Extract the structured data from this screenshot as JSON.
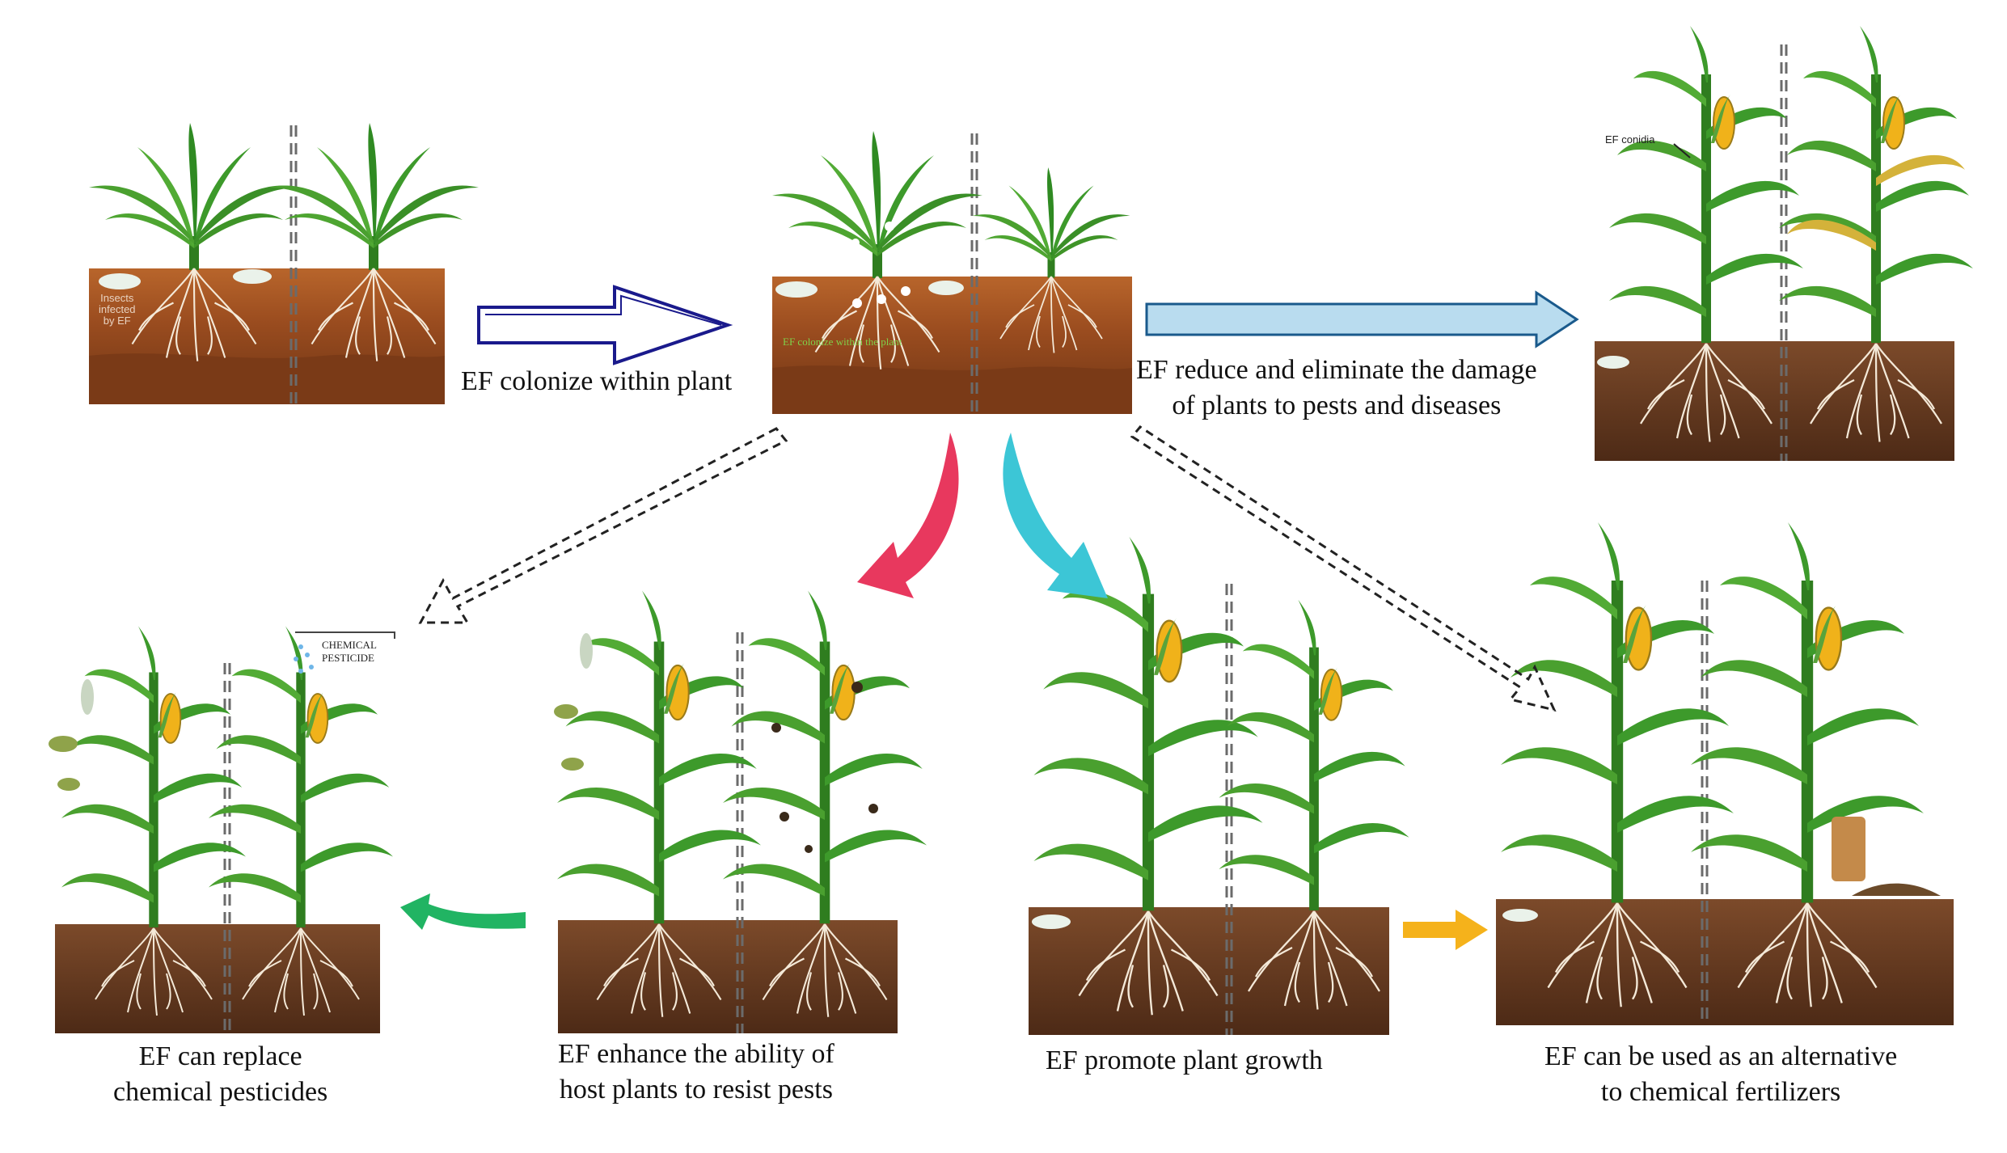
{
  "labels": {
    "colonize": "EF colonize within plant",
    "reduce": "EF reduce and eliminate the damage\nof plants to pests and diseases",
    "replace": "EF can replace\nchemical pesticides",
    "enhance": "EF enhance the ability of\nhost plants to resist pests",
    "promote": "EF promote plant growth",
    "fertilizer": "EF can be used as an alternative\nto chemical fertilizers",
    "insects_infected": "Insects\ninfected\nby EF",
    "colonize_small": "EF colonize within the plant",
    "ef_conidia": "EF conidia",
    "chemical_pesticide": "CHEMICAL\nPESTICIDE"
  },
  "colors": {
    "arrow_outline_blue": "#1a1a8c",
    "arrow_light_blue": "#b9dcef",
    "arrow_red": "#e8385e",
    "arrow_cyan": "#3cc6d6",
    "arrow_green": "#21b463",
    "arrow_orange": "#f5b21b",
    "plant_green": "#3d9a2b",
    "soil_brown": "#8a4a22"
  }
}
